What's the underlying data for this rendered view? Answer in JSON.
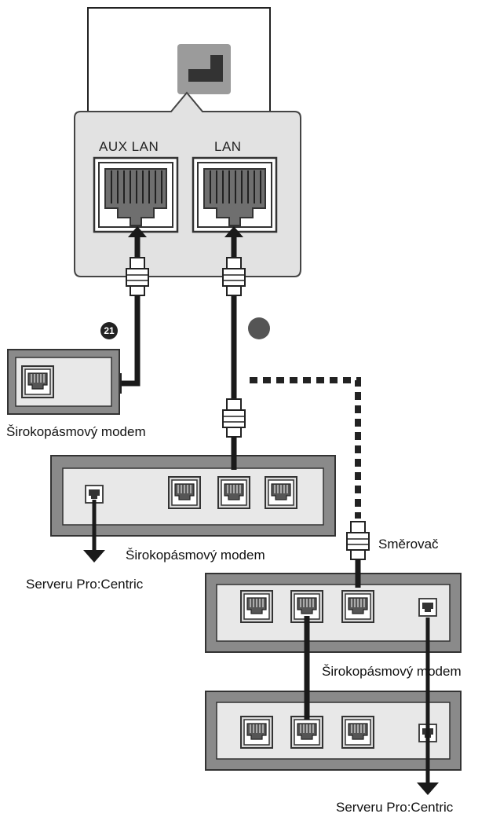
{
  "tv": {
    "port_aux_lan": "AUX LAN",
    "port_lan": "LAN"
  },
  "markers": {
    "badge_number": "21"
  },
  "labels": {
    "modem_small": "Širokopásmový modem",
    "modem_main": "Širokopásmový modem",
    "server_left": "Serveru Pro:Centric",
    "router": "Směrovač",
    "modem_lower": "Širokopásmový modem",
    "server_bottom": "Serveru Pro:Centric"
  },
  "colors": {
    "panel_fill": "#e2e2e2",
    "device_fill": "#8a8a8a",
    "device_inner": "#e8e8e8",
    "cable": "#1a1a1a"
  }
}
